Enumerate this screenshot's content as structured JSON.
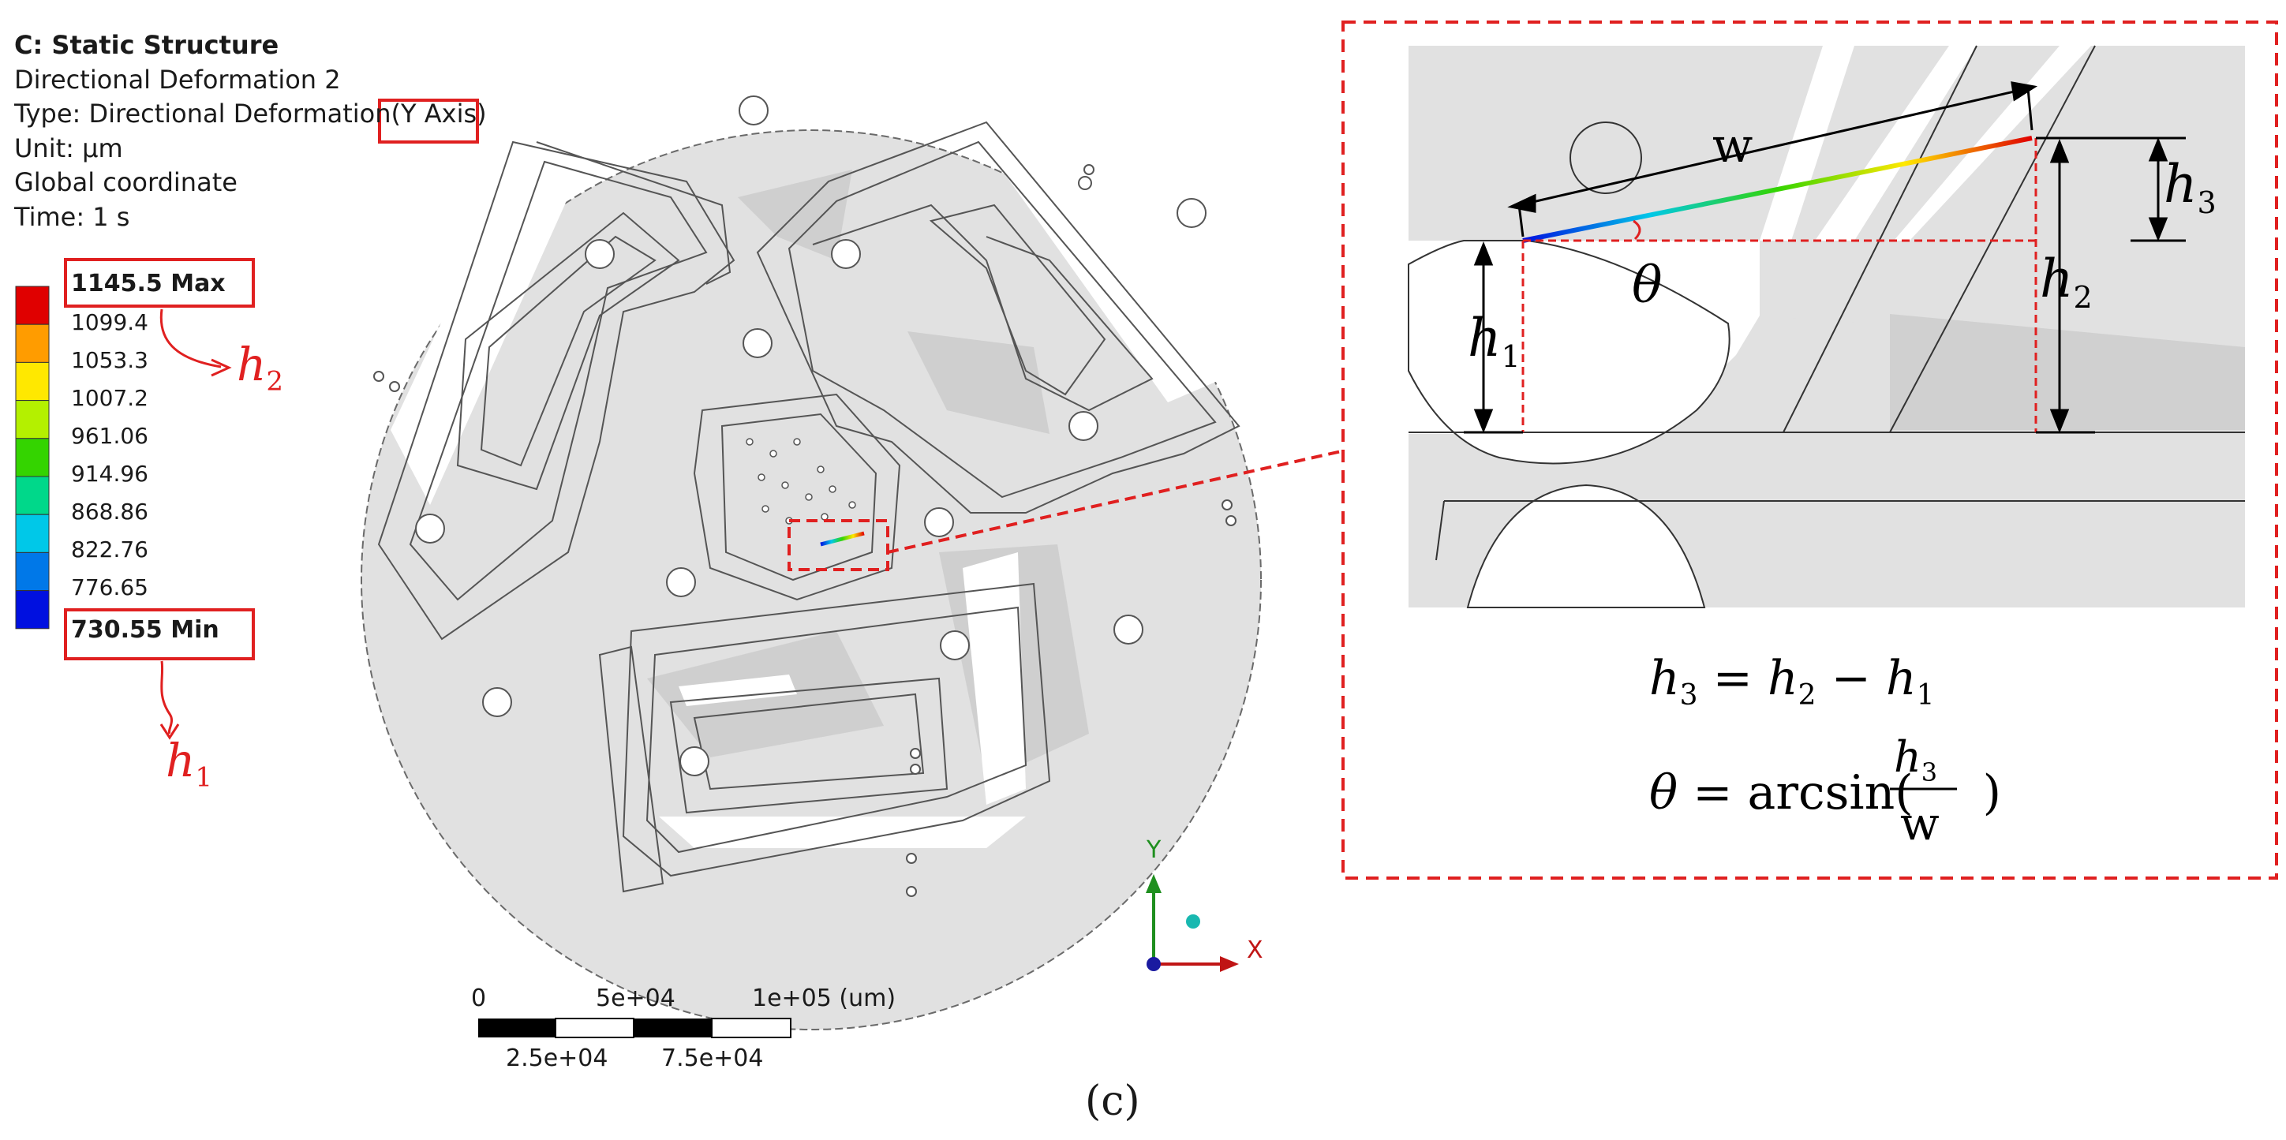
{
  "info": {
    "title": "C: Static Structure",
    "result": "Directional Deformation 2",
    "type": "Type: Directional Deformation",
    "type_axis": "(Y Axis)",
    "unit": "Unit: µm",
    "coords": "Global coordinate",
    "time": "Time: 1 s"
  },
  "legend": {
    "max": "1145.5 Max",
    "values": [
      "1099.4",
      "1053.3",
      "1007.2",
      "961.06",
      "914.96",
      "868.86",
      "822.76",
      "776.65"
    ],
    "min": "730.55 Min",
    "colors": [
      "#e00000",
      "#ff9c00",
      "#ffe800",
      "#b4f000",
      "#34d400",
      "#00d88a",
      "#00c8e8",
      "#0078e8",
      "#0010e0"
    ]
  },
  "annotations": {
    "h2_label": "h",
    "h2_sub": "2",
    "h1_label": "h",
    "h1_sub": "1",
    "zoom_w": "w",
    "zoom_theta": "θ",
    "zoom_h1": "h",
    "zoom_h1_sub": "1",
    "zoom_h2": "h",
    "zoom_h2_sub": "2",
    "zoom_h3": "h",
    "zoom_h3_sub": "3"
  },
  "formulas": {
    "eq1_lhs": "h",
    "eq1_lhs_sub": "3",
    "eq1_eq": " = ",
    "eq1_a": "h",
    "eq1_a_sub": "2",
    "eq1_minus": " − ",
    "eq1_b": "h",
    "eq1_b_sub": "1",
    "eq2_lhs": "θ",
    "eq2_eq": " = arcsin(",
    "eq2_num": "h",
    "eq2_num_sub": "3",
    "eq2_den": "w",
    "eq2_close": ")"
  },
  "triad": {
    "x": "X",
    "y": "Y"
  },
  "scale_bar": {
    "top": [
      "0",
      "5e+04",
      "1e+05 (um)"
    ],
    "bottom": [
      "2.5e+04",
      "7.5e+04"
    ]
  },
  "caption": "(c)"
}
